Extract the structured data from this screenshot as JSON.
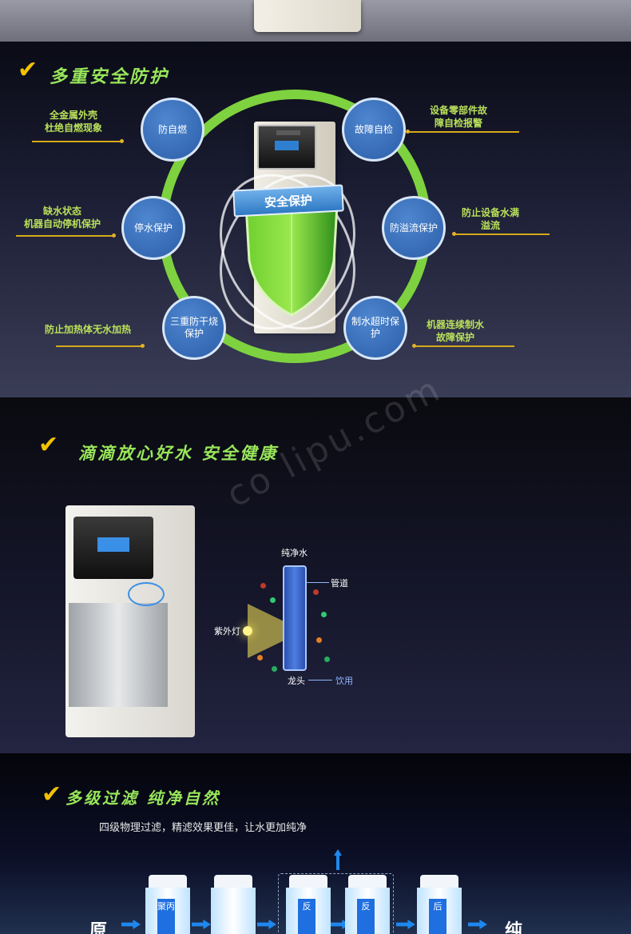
{
  "section1": {
    "check": "✔",
    "title": "多重安全防护",
    "shield_label": "安全保护",
    "nodes": [
      "防自燃",
      "故障自检",
      "停水保护",
      "防溢流保护",
      "三重防干烧保护",
      "制水超时保护"
    ],
    "side_labels": {
      "left_top": [
        "全金属外壳",
        "杜绝自燃现象"
      ],
      "left_mid": [
        "缺水状态",
        "机器自动停机保护"
      ],
      "left_bottom": "防止加热体无水加热",
      "right_top": [
        "设备零部件故",
        "障自检报警"
      ],
      "right_mid": [
        "防止设备水满",
        "溢流"
      ],
      "right_bottom": [
        "机器连续制水",
        "故障保护"
      ]
    },
    "colors": {
      "heading": "#98e65a",
      "ring": "#7ed23f",
      "node": "#2b5ea8",
      "side_text": "#b9e05a"
    }
  },
  "section2": {
    "check": "✔",
    "title": "滴滴放心好水  安全健康",
    "watermark": "co lipu.com",
    "labels": {
      "pure_water": "纯净水",
      "pipe": "管道",
      "uv_lamp": "紫外灯",
      "faucet": "龙头",
      "drink": "饮用"
    }
  },
  "section3": {
    "check": "✔",
    "title": "多级过滤 纯净自然",
    "subtitle": "四级物理过滤，精滤效果更佳，让水更加纯净",
    "filters": [
      {
        "label": "聚丙"
      },
      {
        "label": ""
      },
      {
        "label": "反"
      },
      {
        "label": "反"
      },
      {
        "label": "后"
      }
    ],
    "left_text": "原",
    "right_text": "纯"
  }
}
